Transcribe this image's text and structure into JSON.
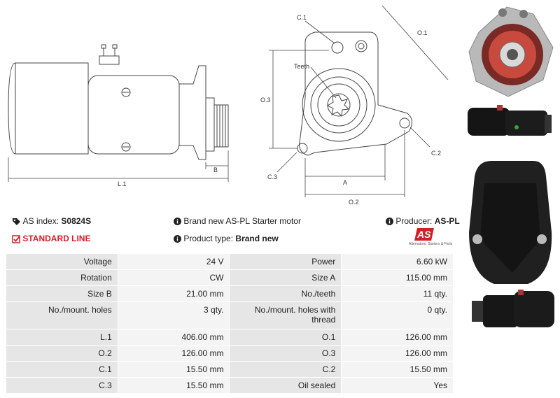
{
  "drawing": {
    "labels": {
      "l1": "L.1",
      "b": "B",
      "c1": "C.1",
      "o1": "O.1",
      "o3": "O.3",
      "teeth": "Teeth",
      "c2": "C.2",
      "c3": "C.3",
      "a": "A",
      "o2": "O.2"
    }
  },
  "info": {
    "as_index_label": "AS index:",
    "as_index_value": "S0824S",
    "standard_line": "STANDARD LINE",
    "description": "Brand new AS-PL Starter motor",
    "product_type_label": "Product type:",
    "product_type_value": "Brand new",
    "producer_label": "Producer:",
    "producer_value": "AS-PL",
    "logo_text": "AS",
    "logo_tagline": "Alternators, Starters & Parts"
  },
  "specs": [
    {
      "l1": "Voltage",
      "v1": "24 V",
      "l2": "Power",
      "v2": "6.60 kW"
    },
    {
      "l1": "Rotation",
      "v1": "CW",
      "l2": "Size A",
      "v2": "115.00 mm"
    },
    {
      "l1": "Size B",
      "v1": "21.00 mm",
      "l2": "No./teeth",
      "v2": "11 qty."
    },
    {
      "l1": "No./mount. holes",
      "v1": "3 qty.",
      "l2": "No./mount. holes with thread",
      "v2": "0 qty."
    },
    {
      "l1": "L.1",
      "v1": "406.00 mm",
      "l2": "O.1",
      "v2": "126.00 mm"
    },
    {
      "l1": "O.2",
      "v1": "126.00 mm",
      "l2": "O.3",
      "v2": "126.00 mm"
    },
    {
      "l1": "C.1",
      "v1": "15.50 mm",
      "l2": "C.2",
      "v2": "15.50 mm"
    },
    {
      "l1": "C.3",
      "v1": "15.50 mm",
      "l2": "Oil sealed",
      "v2": "Yes"
    }
  ],
  "colors": {
    "accent": "#d0202a",
    "table_label_bg": "#e6e6e6",
    "table_value_bg": "#f4f4f4"
  },
  "icons": [
    "tag-icon",
    "check-square-icon",
    "info-icon"
  ]
}
